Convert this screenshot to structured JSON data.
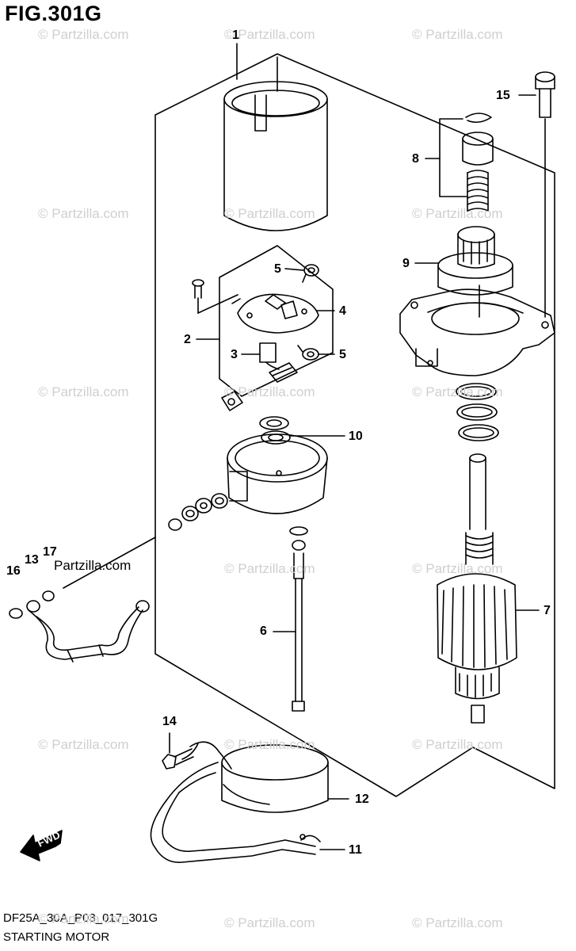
{
  "figure": {
    "title": "FIG.301G",
    "code": "DF25A_30A_P03_017_301G",
    "name": "STARTING MOTOR",
    "fwd_label": "FWD",
    "site_label": "Partzilla.com"
  },
  "watermark": "© Partzilla.com",
  "callouts": {
    "c1": "1",
    "c2": "2",
    "c3": "3",
    "c4": "4",
    "c5a": "5",
    "c5b": "5",
    "c6": "6",
    "c7": "7",
    "c8": "8",
    "c9": "9",
    "c10": "10",
    "c11": "11",
    "c12": "12",
    "c13": "13",
    "c14": "14",
    "c15": "15",
    "c16": "16",
    "c17": "17"
  }
}
